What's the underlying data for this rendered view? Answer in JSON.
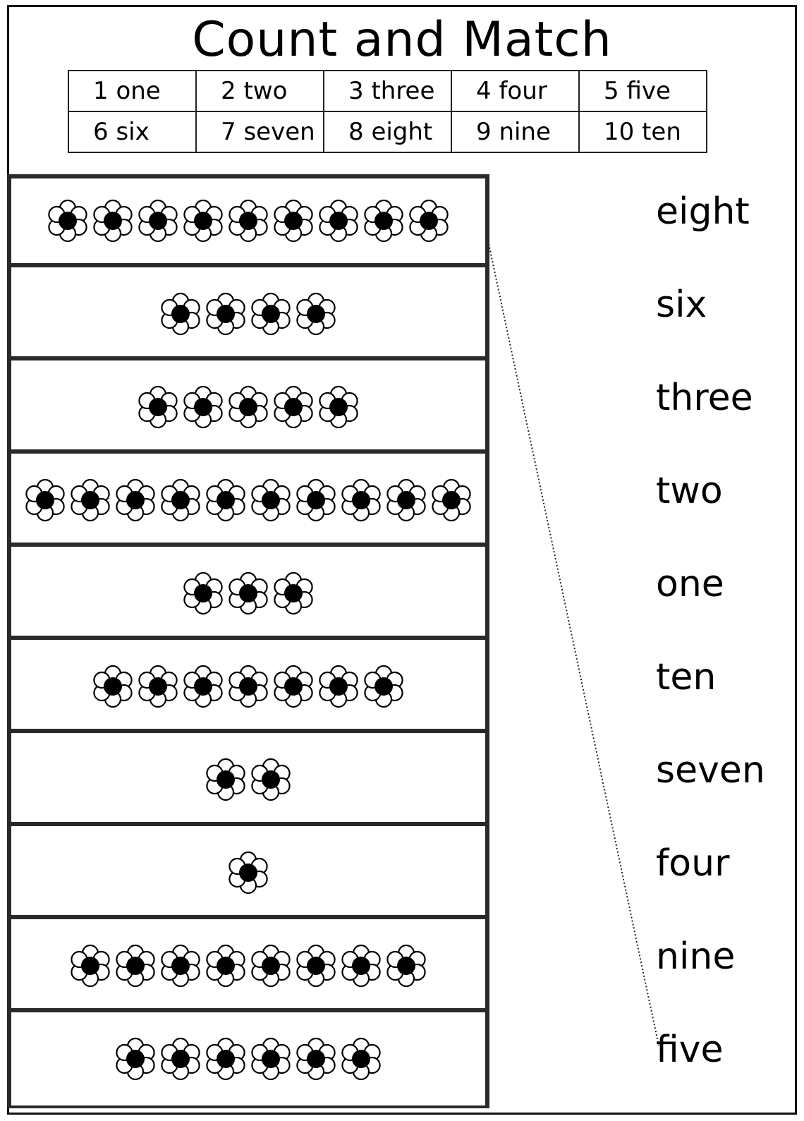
{
  "title": "Count and Match",
  "number_table": [
    [
      "1 one",
      "2 two",
      "3 three",
      "4 four",
      "5 five"
    ],
    [
      "6 six",
      "7 seven",
      "8 eight",
      "9 nine",
      "10 ten"
    ]
  ],
  "rows": [
    {
      "flower_count": 9
    },
    {
      "flower_count": 4
    },
    {
      "flower_count": 5
    },
    {
      "flower_count": 10
    },
    {
      "flower_count": 3
    },
    {
      "flower_count": 7
    },
    {
      "flower_count": 2
    },
    {
      "flower_count": 1
    },
    {
      "flower_count": 8
    },
    {
      "flower_count": 6
    }
  ],
  "words": [
    "eight",
    "six",
    "three",
    "two",
    "one",
    "ten",
    "seven",
    "four",
    "nine",
    "five"
  ],
  "matches": [
    {
      "row": 1,
      "word": 9
    }
  ],
  "icons": {
    "flower": "flower-icon"
  }
}
